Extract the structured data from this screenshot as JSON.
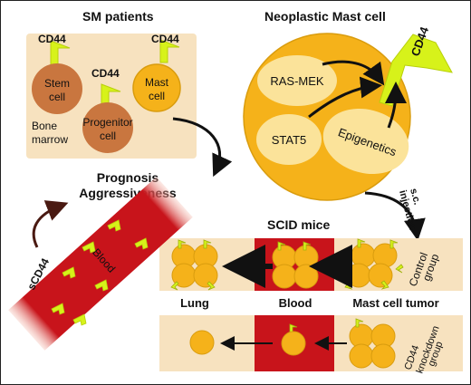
{
  "colors": {
    "cream": "#f7e2bf",
    "cell_yellow": "#f5b21a",
    "cell_outline": "#d99c0e",
    "inner_ellipse": "#fbe39a",
    "brown_cell": "#c9763f",
    "blood_red": "#c8141b",
    "cd44_green": "#d7f21a",
    "dark_arrow": "#111111",
    "brown_arrow": "#4a1a12"
  },
  "sm_patients": {
    "title": "SM patients",
    "stem_cell": {
      "label_line1": "Stem",
      "label_line2": "cell",
      "marker": "CD44"
    },
    "progenitor_cell": {
      "label_line1": "Progenitor",
      "label_line2": "cell",
      "marker": "CD44"
    },
    "mast_cell": {
      "label_line1": "Mast",
      "label_line2": "cell",
      "marker": "CD44"
    },
    "bone_marrow": {
      "line1": "Bone",
      "line2": "marrow"
    }
  },
  "neoplastic": {
    "title": "Neoplastic Mast cell",
    "ras_mek": "RAS-MEK",
    "stat5": "STAT5",
    "epigenetics": "Epigenetics",
    "marker": "CD44"
  },
  "prognosis": {
    "line1": "Prognosis",
    "line2": "Aggressiveness"
  },
  "injection": {
    "line1": "s.c.",
    "line2": "injection"
  },
  "scid": {
    "title": "SCID mice"
  },
  "blood_band": {
    "marker": "sCD44",
    "label": "Blood"
  },
  "control": {
    "line1": "Control",
    "line2": "group"
  },
  "knockdown": {
    "line1": "CD44",
    "line2": "knockdown",
    "line3": "group"
  },
  "bottom_labels": {
    "lung": "Lung",
    "blood": "Blood",
    "tumor": "Mast cell tumor"
  }
}
